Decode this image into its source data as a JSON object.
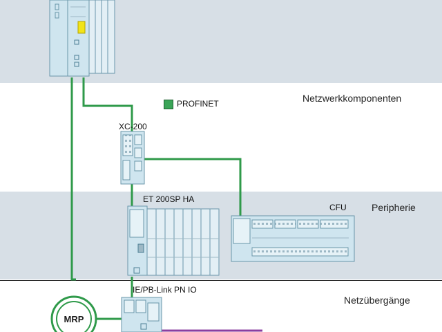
{
  "zones": {
    "network_components": "Netzwerkkomponenten",
    "peripherals": "Peripherie",
    "gateways": "Netzübergänge"
  },
  "legend": {
    "profinet": "PROFINET"
  },
  "devices": {
    "switch": "XC-200",
    "et200sp": "ET 200SP HA",
    "cfu": "CFU",
    "gateway": "IE/PB-Link PN IO",
    "mrp": "MRP"
  },
  "colors": {
    "profinet_green": "#2f9a4a",
    "profibus_purple": "#8a3fa0",
    "band_gray": "#d7dfe6",
    "device_blue": "#cfe5ef"
  }
}
